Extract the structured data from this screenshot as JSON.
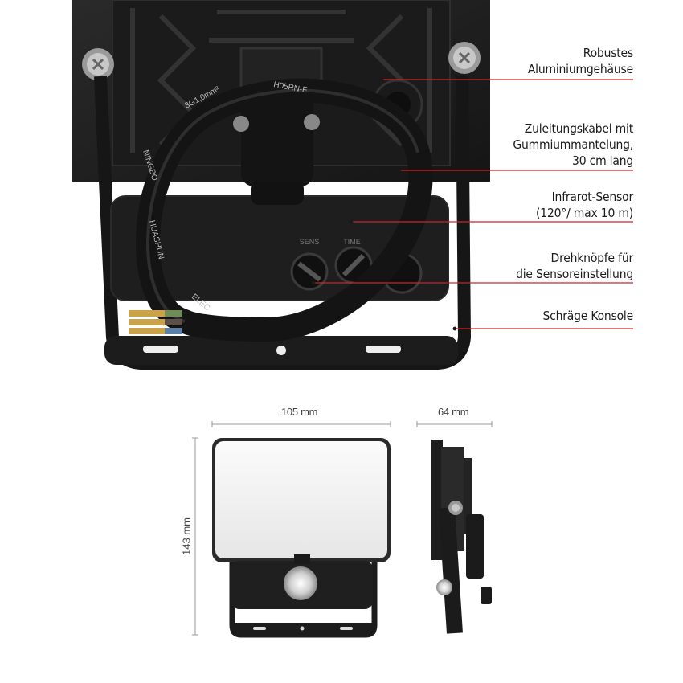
{
  "callouts": [
    {
      "lines": [
        "Robustes",
        "Aluminiumgehäuse"
      ]
    },
    {
      "lines": [
        "Zuleitungskabel mit",
        "Gummiummantelung,",
        "30 cm lang"
      ]
    },
    {
      "lines": [
        "Infrarot-Sensor",
        "(120°/ max 10 m)"
      ]
    },
    {
      "lines": [
        "Drehknöpfe für",
        "die Sensoreinstellung"
      ]
    },
    {
      "lines": [
        "Schräge Konsole"
      ]
    }
  ],
  "cable_print": {
    "top": "H05RN-F",
    "spec": "3G1,0mm²",
    "side_left": "NINGBO",
    "side_lower": "HUASHUN",
    "side_bottom": "ELEC"
  },
  "knob_labels": [
    "SENS",
    "TIME"
  ],
  "dimensions": {
    "width": "105 mm",
    "depth": "64 mm",
    "height": "143 mm"
  },
  "colors": {
    "accent_line": "#d0222b",
    "housing": "#1f1f1f",
    "panel": "#f3f3f3"
  }
}
